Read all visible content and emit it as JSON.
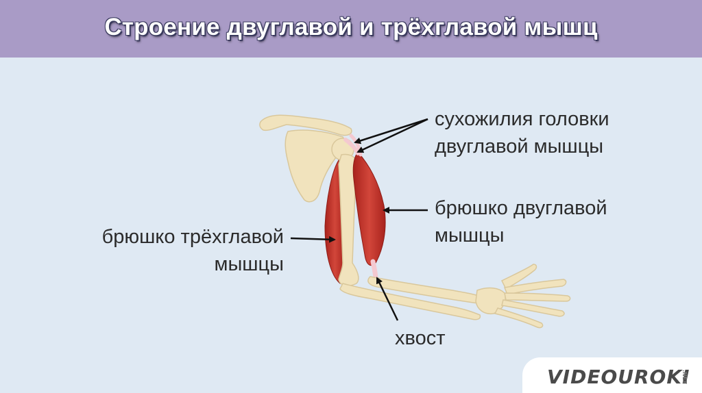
{
  "title": "Строение двуглавой и трёхглавой мышц",
  "labels": {
    "tendons_line1": "сухожилия головки",
    "tendons_line2": "двуглавой мышцы",
    "biceps_line1": "брюшко двуглавой",
    "biceps_line2": "мышцы",
    "triceps_line1": "брюшко трёхглавой",
    "triceps_line2": "мышцы",
    "tail": "хвост"
  },
  "watermark": {
    "brand": "VIDEOUROKI",
    "suffix": ".NET"
  },
  "colors": {
    "header": "#a99bc6",
    "background": "#dfe9f3",
    "bone": "#f1e3bd",
    "muscle": "#c8322a",
    "tendon": "#f4c9d0",
    "arrow": "#111111"
  }
}
